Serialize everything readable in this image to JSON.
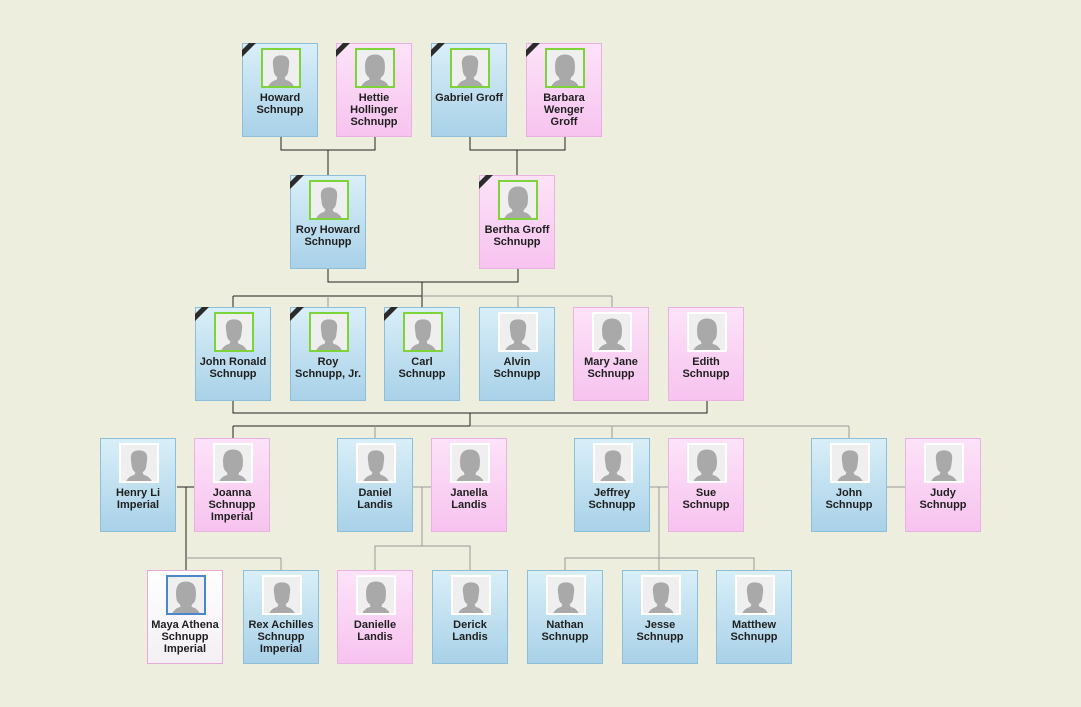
{
  "people": {
    "howard": {
      "name": "Howard Schnupp"
    },
    "hettie": {
      "name": "Hettie Hollinger Schnupp"
    },
    "gabriel": {
      "name": "Gabriel Groff"
    },
    "barbara": {
      "name": "Barbara Wenger Groff"
    },
    "roy_howard": {
      "name": "Roy Howard Schnupp"
    },
    "bertha": {
      "name": "Bertha Groff Schnupp"
    },
    "john_ronald": {
      "name": "John Ronald Schnupp"
    },
    "roy_jr": {
      "name": "Roy Schnupp, Jr."
    },
    "carl": {
      "name": "Carl Schnupp"
    },
    "alvin": {
      "name": "Alvin Schnupp"
    },
    "mary_jane": {
      "name": "Mary Jane Schnupp"
    },
    "edith": {
      "name": "Edith Schnupp"
    },
    "henry": {
      "name": "Henry Li Imperial"
    },
    "joanna": {
      "name": "Joanna Schnupp Imperial"
    },
    "daniel": {
      "name": "Daniel Landis"
    },
    "janella": {
      "name": "Janella Landis"
    },
    "jeffrey": {
      "name": "Jeffrey Schnupp"
    },
    "sue": {
      "name": "Sue Schnupp"
    },
    "john": {
      "name": "John Schnupp"
    },
    "judy": {
      "name": "Judy Schnupp"
    },
    "maya": {
      "name": "Maya Athena Schnupp Imperial"
    },
    "rex": {
      "name": "Rex Achilles Schnupp Imperial"
    },
    "danielle": {
      "name": "Danielle Landis"
    },
    "derick": {
      "name": "Derick Landis"
    },
    "nathan": {
      "name": "Nathan Schnupp"
    },
    "jesse": {
      "name": "Jesse Schnupp"
    },
    "matthew": {
      "name": "Matthew Schnupp"
    }
  },
  "colors": {
    "background": "#eeeedf",
    "male_card": "#b7dbee",
    "female_card": "#f9cdf2",
    "deceased_frame": "#7ed23a",
    "selected_frame": "#4a86c8"
  }
}
